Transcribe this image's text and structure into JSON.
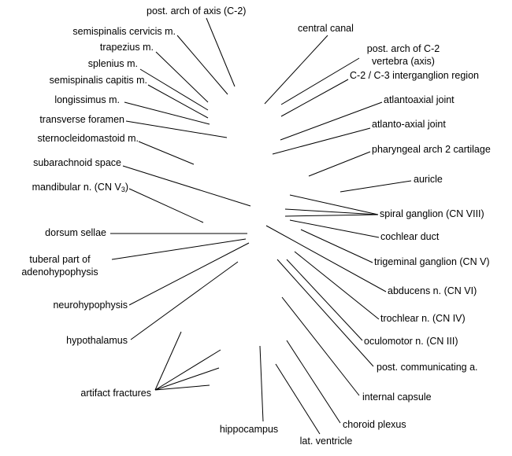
{
  "figure": {
    "line_color": "#000000",
    "background": "#ffffff",
    "labels": {
      "post_arch_axis": "post. arch of axis (C-2)",
      "semispinalis_cervicis": "semispinalis cervicis m.",
      "trapezius": "trapezius m.",
      "splenius": "splenius m.",
      "semispinalis_capitis": "semispinalis capitis m.",
      "longissimus": "longissimus m.",
      "transverse_foramen": "transverse foramen",
      "sternocleidomastoid": "sternocleidomastoid m.",
      "subarachnoid_space": "subarachnoid space",
      "mandibular_n": "mandibular n. (CN V",
      "mandibular_n_sub": "3",
      "mandibular_n_close": ")",
      "dorsum_sellae": "dorsum sellae",
      "tuberal_part_line1": "tuberal part of",
      "tuberal_part_line2": "adenohypophysis",
      "neurohypophysis": "neurohypophysis",
      "hypothalamus": "hypothalamus",
      "artifact_fractures": "artifact fractures",
      "hippocampus": "hippocampus",
      "lat_ventricle": "lat. ventricle",
      "central_canal": "central canal",
      "post_arch_c2_line1": "post. arch of C-2",
      "post_arch_c2_line2": "vertebra (axis)",
      "c2_c3_interganglion": "C-2 / C-3 interganglion region",
      "atlantoaxial_joint": "atlantoaxial joint",
      "atlanto_axial_joint": "atlanto-axial joint",
      "pharyngeal_arch": "pharyngeal arch 2 cartilage",
      "auricle": "auricle",
      "spiral_ganglion": "spiral ganglion (CN VIII)",
      "cochlear_duct": "cochlear duct",
      "trigeminal_ganglion": "trigeminal ganglion (CN V)",
      "abducens_n": "abducens n. (CN VI)",
      "trochlear_n": "trochlear n. (CN IV)",
      "oculomotor_n": "oculomotor n. (CN III)",
      "post_communicating": "post. communicating a.",
      "internal_capsule": "internal capsule",
      "choroid_plexus": "choroid plexus"
    }
  }
}
